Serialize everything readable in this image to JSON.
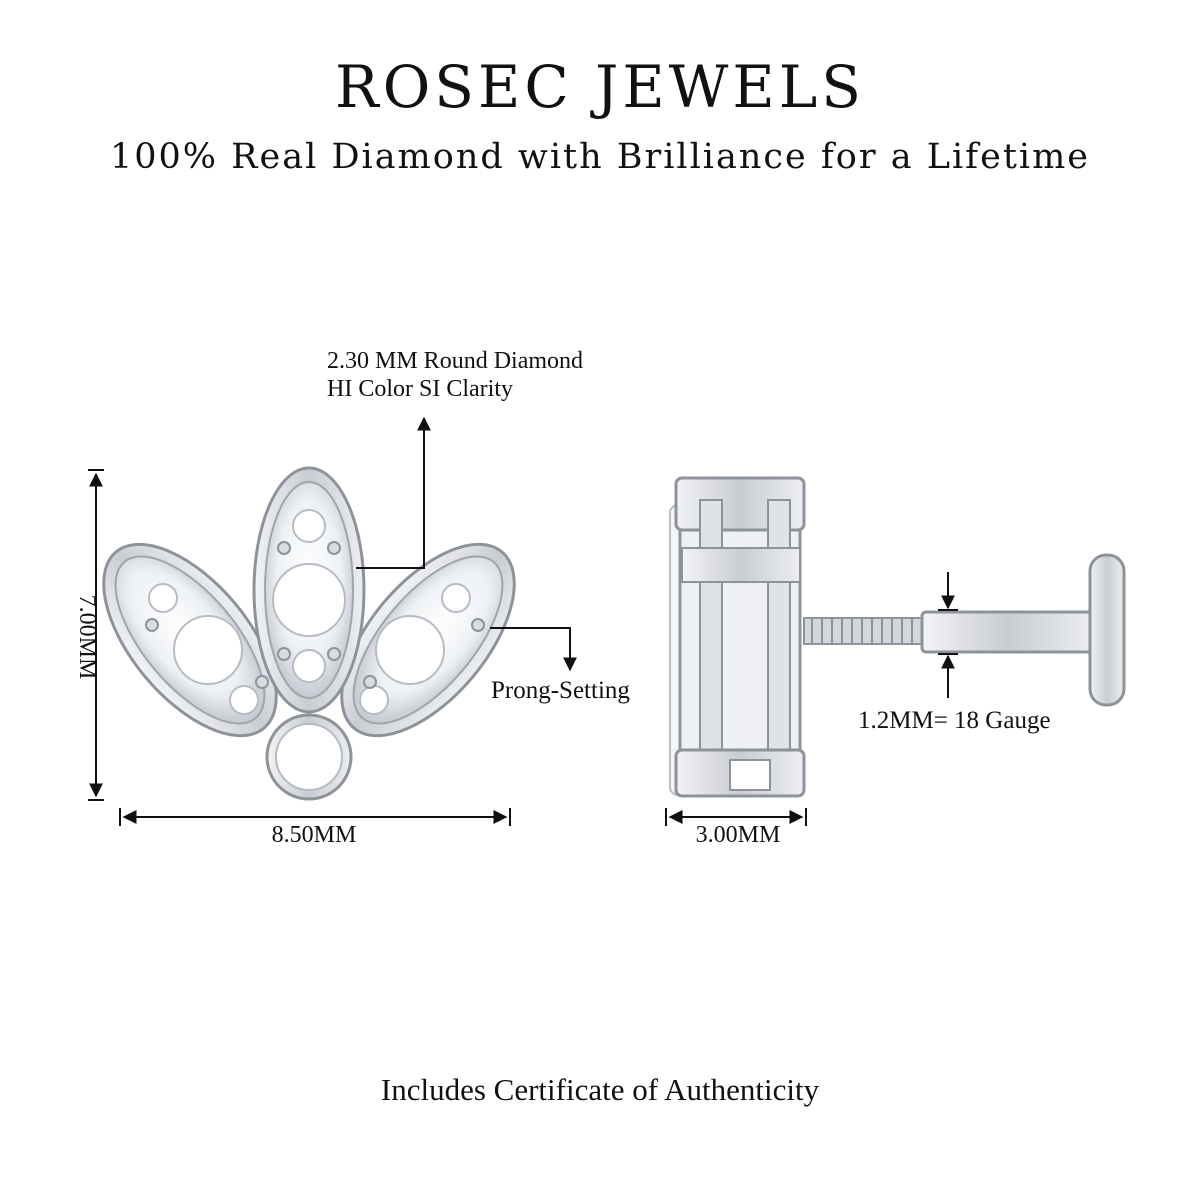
{
  "header": {
    "brand": "ROSEC JEWELS",
    "tagline": "100% Real Diamond with Brilliance for a Lifetime"
  },
  "front_view": {
    "callout_line1": "2.30 MM Round Diamond",
    "callout_line2": "HI Color SI Clarity",
    "prong_label": "Prong-Setting",
    "height_label": "7.00MM",
    "width_label": "8.50MM"
  },
  "side_view": {
    "depth_label": "3.00MM",
    "gauge_label": "1.2MM= 18 Gauge"
  },
  "footer": {
    "certificate_text": "Includes Certificate of Authenticity"
  },
  "colors": {
    "metal": "#d4d7dc",
    "metal_dark": "#8e939b",
    "diamond": "#f4f6f8",
    "ink": "#111111"
  },
  "icons": [
    "lotus-earring-front-icon",
    "earring-side-profile-icon",
    "arrow-icon"
  ]
}
